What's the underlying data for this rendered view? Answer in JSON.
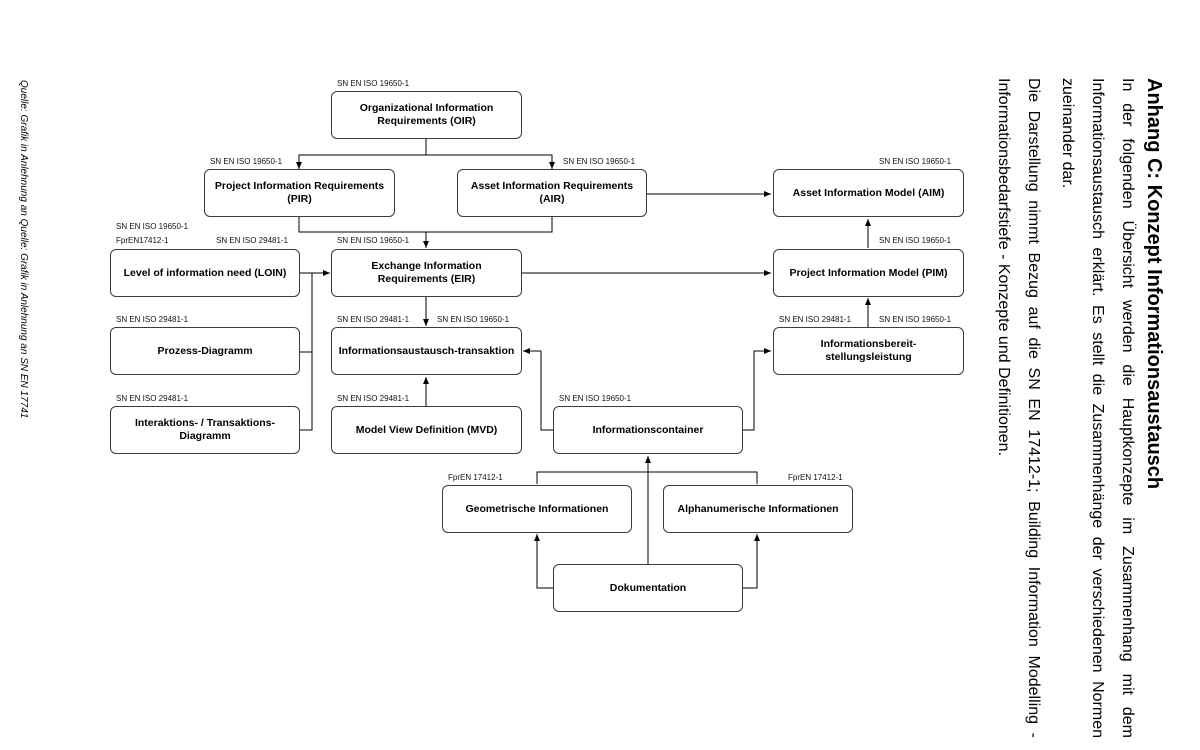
{
  "document": {
    "title": "Anhang C: Konzept Informationsaustausch",
    "paragraph1": "In der folgenden Übersicht werden die Hauptkonzepte im Zusammenhang mit dem Informationsaustausch erklärt. Es stellt die Zusammenhänge der verschiedenen Normen zueinander dar.",
    "paragraph2": "Die Darstellung nimmt Bezug auf die SN EN 17412-1; Building Information Modelling - Informationsbedarfstiefe - Konzepte und Definitionen.",
    "source": "Quelle: Grafik in Anlehnung an Quelle: Grafik in Anlehnung an SN EN 17741"
  },
  "boxes": {
    "oir": "Organizational Information Requirements (OIR)",
    "pir": "Project Information Requirements (PIR)",
    "air": "Asset Information Requirements (AIR)",
    "aim": "Asset Information Model (AIM)",
    "loin": "Level of information need (LOIN)",
    "eir": "Exchange Information Requirements (EIR)",
    "pim": "Project Information Model (PIM)",
    "prozess": "Prozess-Diagramm",
    "iat": "Informationsaustausch-transaktion",
    "ibl": "Informationsbereit-stellungsleistung",
    "interaktion": "Interaktions- / Transaktions-Diagramm",
    "mvd": "Model View Definition (MVD)",
    "container": "Informationscontainer",
    "geo": "Geometrische Informationen",
    "alpha": "Alphanumerische Informationen",
    "doku": "Dokumentation"
  },
  "tags": {
    "oir": "SN EN ISO 19650-1",
    "pir": "SN EN ISO 19650-1",
    "air": "SN EN ISO 19650-1",
    "aim": "SN EN ISO 19650-1",
    "loin_a": "SN EN ISO 19650-1",
    "loin_b": "FprEN17412-1",
    "loin_c": "SN EN ISO 29481-1",
    "eir": "SN EN ISO 19650-1",
    "pim": "SN EN ISO 19650-1",
    "prozess": "SN EN ISO 29481-1",
    "iat_a": "SN EN ISO 29481-1",
    "iat_b": "SN EN ISO 19650-1",
    "ibl_a": "SN EN ISO 29481-1",
    "ibl_b": "SN EN ISO 19650-1",
    "interaktion": "SN EN ISO 29481-1",
    "mvd": "SN EN ISO 29481-1",
    "container": "SN EN ISO 19650-1",
    "geo": "FprEN 17412-1",
    "alpha": "FprEN 17412-1"
  }
}
